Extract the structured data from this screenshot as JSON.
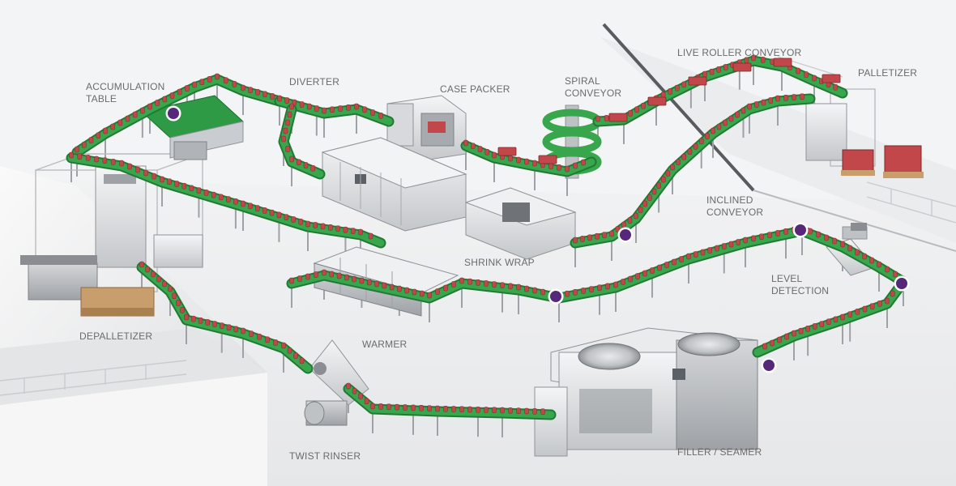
{
  "labels": {
    "accumulation_table_1": "ACCUMULATION",
    "accumulation_table_2": "TABLE",
    "diverter": "DIVERTER",
    "case_packer": "CASE PACKER",
    "spiral_conveyor_1": "SPIRAL",
    "spiral_conveyor_2": "CONVEYOR",
    "live_roller_conveyor": "LIVE ROLLER CONVEYOR",
    "palletizer": "PALLETIZER",
    "inclined_conveyor_1": "INCLINED",
    "inclined_conveyor_2": "CONVEYOR",
    "shrink_wrap": "SHRINK WRAP",
    "level_detection_1": "LEVEL",
    "level_detection_2": "DETECTION",
    "depalletizer": "DEPALLETIZER",
    "warmer": "WARMER",
    "twist_rinser": "TWIST RINSER",
    "filler_seamer": "FILLER / SEAMER"
  },
  "colors": {
    "belt_green": "#38a64d",
    "belt_dark": "#217a33",
    "can_red": "#c2474a",
    "hotspot_purple": "#55287a",
    "machine_gray": "#cfd2d5",
    "label_gray": "#6b6b6b"
  },
  "hotspots": [
    {
      "name": "hotspot-accumulation-table"
    },
    {
      "name": "hotspot-inclined-conveyor"
    },
    {
      "name": "hotspot-shrink-wrap-exit"
    },
    {
      "name": "hotspot-level-detection-start"
    },
    {
      "name": "hotspot-level-detection"
    },
    {
      "name": "hotspot-filler-exit"
    }
  ]
}
